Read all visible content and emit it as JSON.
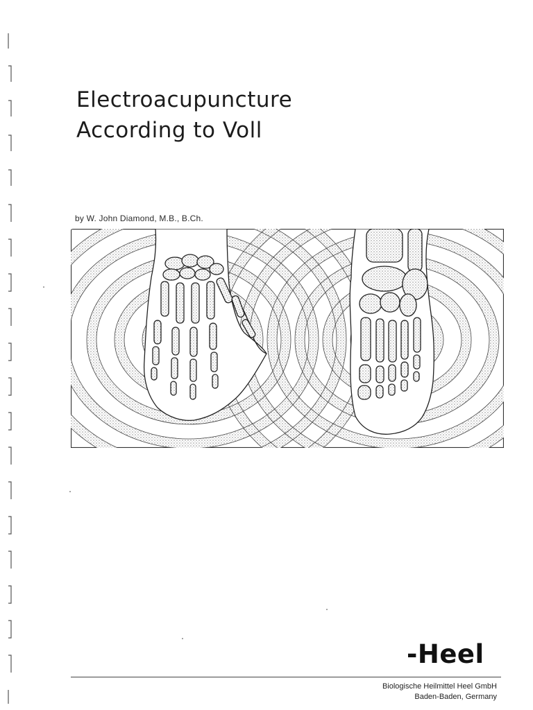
{
  "cover": {
    "title_line1": "Electroacupuncture",
    "title_line2": "According to Voll",
    "author": "by W. John Diamond, M.B., B.Ch."
  },
  "illustration": {
    "subject": "skeletal hand and foot with concentric wave rings"
  },
  "footer": {
    "logo_text": "-Heel",
    "publisher_line1": "Biologische Heilmittel Heel GmbH",
    "publisher_line2": "Baden-Baden, Germany"
  }
}
